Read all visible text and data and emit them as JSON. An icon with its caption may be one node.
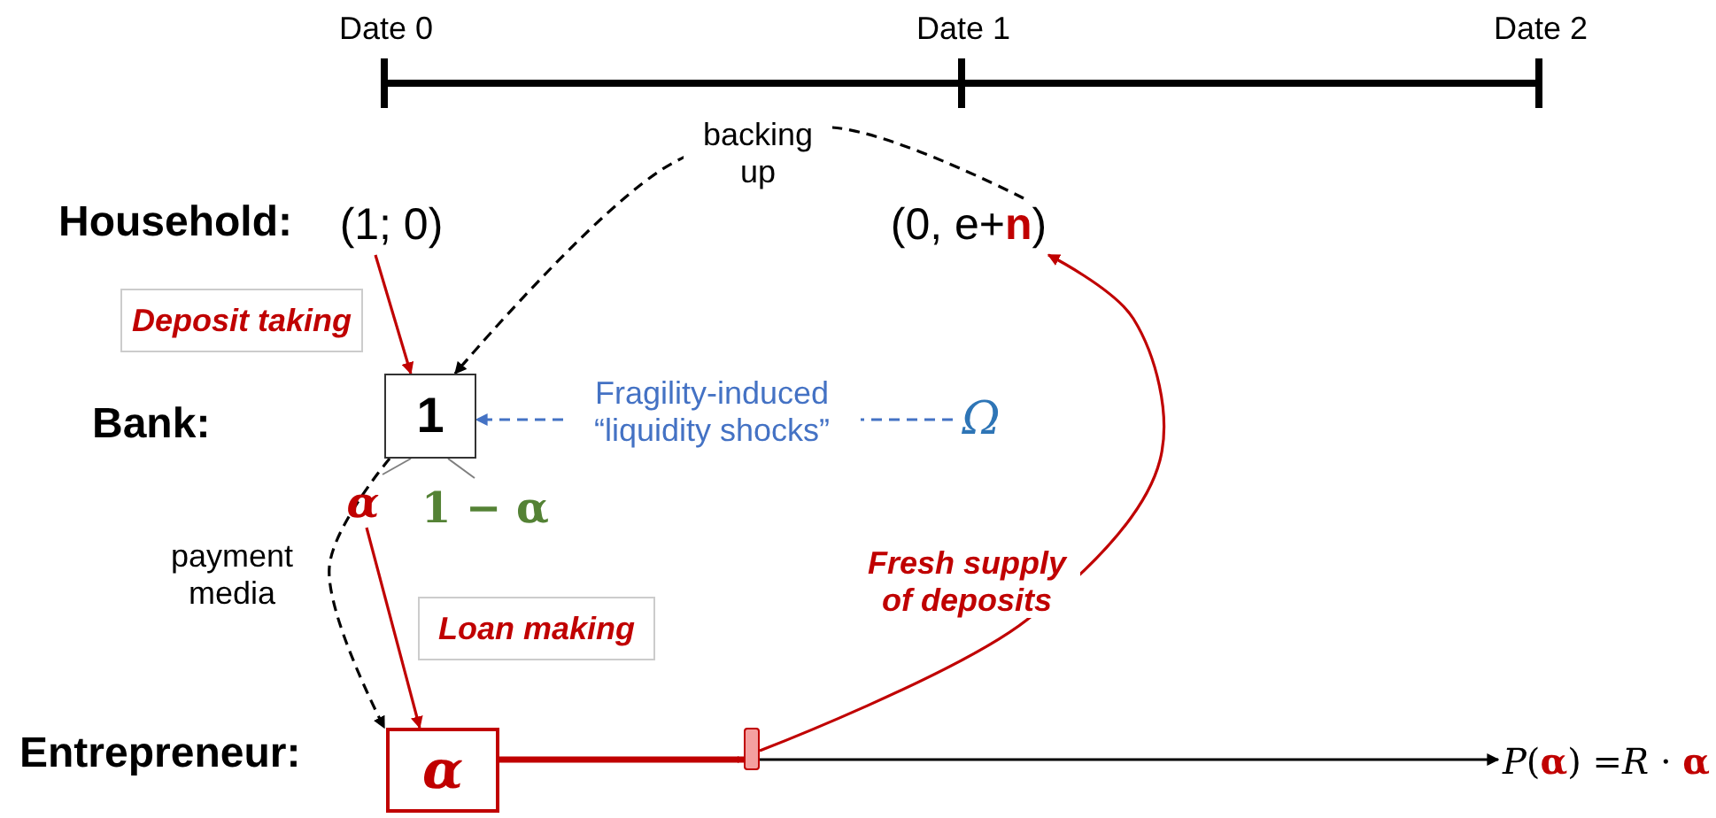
{
  "diagram": {
    "nodes": [
      {
        "text": [
          "(1; 0)"
        ]
      },
      {
        "text": [
          "(0, e+**n**)"
        ]
      },
      {
        "text": [
          "1"
        ]
      },
      {
        "text": [
          "Ω"
        ]
      },
      {
        "text": [
          "α"
        ]
      },
      {
        "text": [],
        "shape": "bar"
      },
      {
        "text": [
          "*P*(**α**) =*R* · **α**"
        ]
      },
      {
        "text": [
          "α"
        ]
      },
      {
        "text": [
          "1 − α"
        ]
      },
      {
        "text": [
          "Deposit taking"
        ]
      },
      {
        "text": [
          "Loan making"
        ]
      }
    ],
    "edges": [
      {
        "from": 0,
        "to": 2,
        "arrow": "to",
        "color": "#c00000"
      },
      {
        "from": 1,
        "to": 2,
        "arrow": "to",
        "label": "backing up",
        "style": "dashed",
        "color": "#000000"
      },
      {
        "from": 3,
        "to": 2,
        "arrow": "to",
        "label": "Fragility-induced “liquidity shocks”",
        "style": "dashed",
        "color": "#4472c4"
      },
      {
        "from": 2,
        "to": 4,
        "arrow": "to",
        "label": "payment media",
        "style": "dashed",
        "color": "#000000"
      },
      {
        "from": 7,
        "to": 4,
        "arrow": "to",
        "color": "#c00000"
      },
      {
        "from": 4,
        "to": 5,
        "arrow": "to",
        "style": "thick",
        "color": "#c00000"
      },
      {
        "from": 5,
        "to": 1,
        "arrow": "to",
        "label": "Fresh supply of deposits",
        "color": "#c00000"
      },
      {
        "from": 5,
        "to": 6,
        "arrow": "to",
        "color": "#000000"
      },
      {
        "from": 2,
        "to": 7,
        "arrow": "none",
        "color": "#7f7f7f"
      },
      {
        "from": 2,
        "to": 8,
        "arrow": "none",
        "color": "#7f7f7f"
      }
    ],
    "labels": [
      "Date 0",
      "Date 1",
      "Date 2",
      "Household:",
      "Bank:",
      "Entrepreneur:"
    ]
  }
}
